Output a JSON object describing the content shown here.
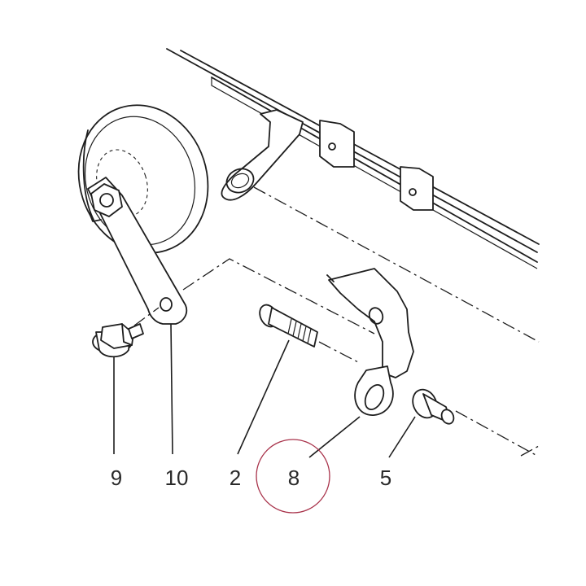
{
  "callouts": [
    {
      "id": "9",
      "label": "9"
    },
    {
      "id": "10",
      "label": "10"
    },
    {
      "id": "2",
      "label": "2"
    },
    {
      "id": "8",
      "label": "8"
    },
    {
      "id": "5",
      "label": "5"
    }
  ],
  "highlight": {
    "target": "8",
    "color": "#a8324a"
  },
  "line_color": "#1e1e1e"
}
